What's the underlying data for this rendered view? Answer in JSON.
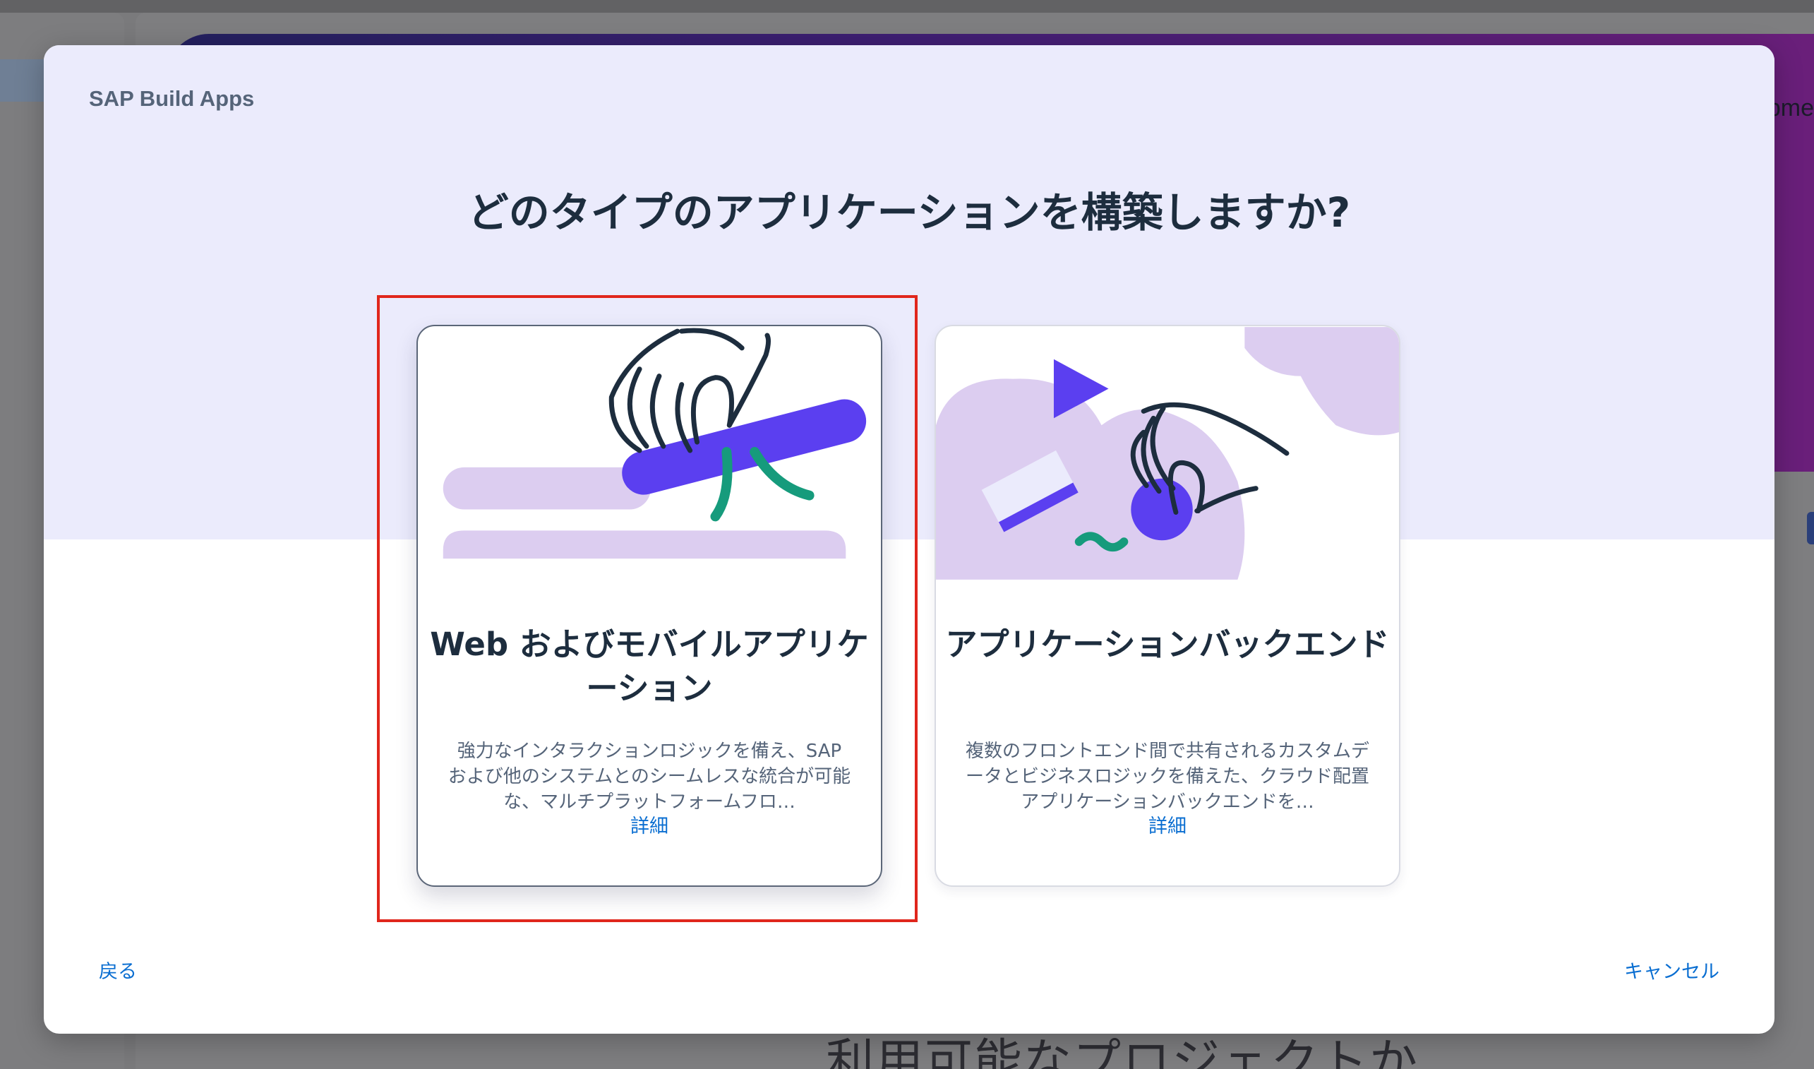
{
  "background": {
    "banner_text": "opme",
    "bottom_text": "利用可能なプロジェクトか"
  },
  "dialog": {
    "brand": "SAP Build Apps",
    "title": "どのタイプのアプリケーションを構築しますか?",
    "cards": [
      {
        "title": "Web およびモバイルアプリケーション",
        "description": "強力なインタラクションロジックを備え、SAP および他のシステムとのシームレスな統合が可能な、マルチプラットフォームフロ…",
        "more_label": "詳細",
        "illustration": "hand-holding-bar-icon",
        "selected": true
      },
      {
        "title": "アプリケーションバックエンド",
        "description": "複数のフロントエンド間で共有されるカスタムデータとビジネスロジックを備えた、クラウド配置アプリケーションバックエンドを…",
        "more_label": "詳細",
        "illustration": "hand-holding-ball-icon",
        "selected": false
      }
    ],
    "back_label": "戻る",
    "cancel_label": "キャンセル"
  },
  "colors": {
    "accent_purple": "#5b3ff0",
    "lilac": "#dccdf0",
    "green": "#169b7c",
    "link": "#0a6ed1",
    "highlight": "#e0261c"
  }
}
